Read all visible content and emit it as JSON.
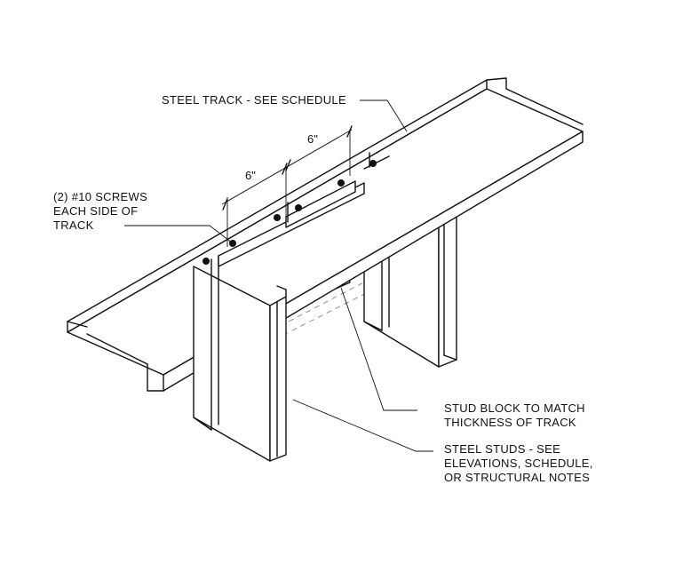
{
  "labels": {
    "track": "STEEL TRACK - SEE SCHEDULE",
    "screws": [
      "(2) #10 SCREWS",
      "EACH SIDE OF",
      "TRACK"
    ],
    "block": [
      "STUD BLOCK TO MATCH",
      "THICKNESS OF TRACK"
    ],
    "studs": [
      "STEEL STUDS - SEE",
      "ELEVATIONS, SCHEDULE,",
      "OR STRUCTURAL NOTES"
    ]
  },
  "dimensions": {
    "left": "6\"",
    "right": "6\""
  }
}
